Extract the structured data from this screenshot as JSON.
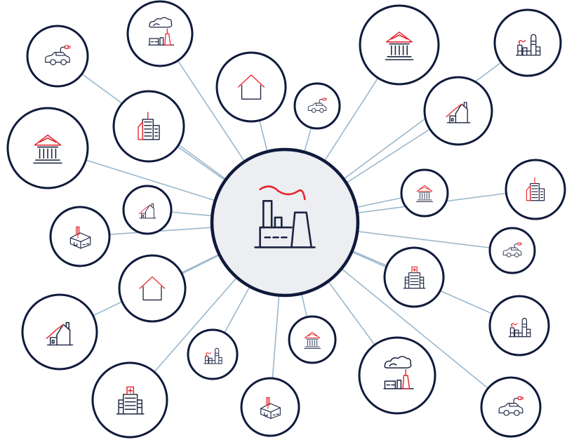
{
  "palette": {
    "background": "#ffffff",
    "ring": "#0f1a3c",
    "hub_fill": "#eceef2",
    "connector": "#9ab8cc",
    "icon_ink": "#1b2340",
    "icon_accent": "#e5262d"
  },
  "hub": {
    "icon": "power-plant-icon"
  },
  "nodes": [
    {
      "id": "n1",
      "icon": "electric-car-icon"
    },
    {
      "id": "n2",
      "icon": "factory-smoke-icon"
    },
    {
      "id": "n3",
      "icon": "house-icon"
    },
    {
      "id": "n4",
      "icon": "electric-car-icon"
    },
    {
      "id": "n5",
      "icon": "public-building-icon"
    },
    {
      "id": "n6",
      "icon": "refinery-icon"
    },
    {
      "id": "n7",
      "icon": "office-towers-icon"
    },
    {
      "id": "n8",
      "icon": "home-chimney-icon"
    },
    {
      "id": "n9",
      "icon": "public-building-icon"
    },
    {
      "id": "n10",
      "icon": "public-building-icon"
    },
    {
      "id": "n11",
      "icon": "office-towers-icon"
    },
    {
      "id": "n12",
      "icon": "home-chimney-icon"
    },
    {
      "id": "n13",
      "icon": "warehouse-icon"
    },
    {
      "id": "n14",
      "icon": "electric-car-icon"
    },
    {
      "id": "n15",
      "icon": "house-icon"
    },
    {
      "id": "n16",
      "icon": "hospital-icon"
    },
    {
      "id": "n17",
      "icon": "home-chimney-icon"
    },
    {
      "id": "n18",
      "icon": "refinery-icon"
    },
    {
      "id": "n19",
      "icon": "refinery-icon"
    },
    {
      "id": "n20",
      "icon": "public-building-icon"
    },
    {
      "id": "n21",
      "icon": "factory-smoke-icon"
    },
    {
      "id": "n22",
      "icon": "hospital-icon"
    },
    {
      "id": "n23",
      "icon": "warehouse-icon"
    },
    {
      "id": "n24",
      "icon": "electric-car-icon"
    }
  ]
}
